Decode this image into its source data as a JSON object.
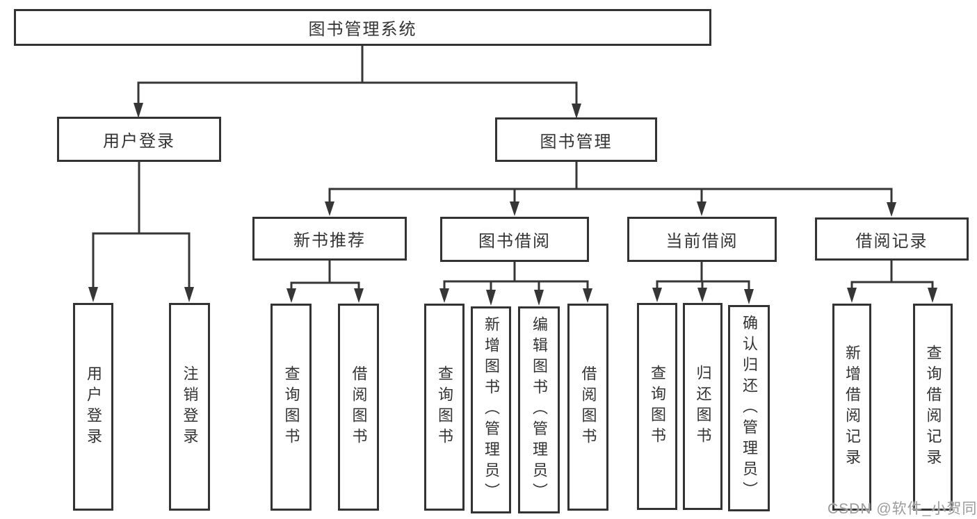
{
  "colors": {
    "line": "#363636",
    "box_border": "#333333",
    "text": "#333333",
    "watermark": "#9b9b9b",
    "background": "#ffffff"
  },
  "diagram": {
    "title": "图书管理系统",
    "level2": {
      "user_login": "用户登录",
      "book_management": "图书管理"
    },
    "level3": {
      "new_book_recommend": "新书推荐",
      "book_borrow": "图书借阅",
      "current_borrow": "当前借阅",
      "borrow_records": "借阅记录"
    },
    "leaves": {
      "user_login": [
        "用户登录",
        "注销登录"
      ],
      "new_book_recommend": [
        "查询图书",
        "借阅图书"
      ],
      "book_borrow": [
        "查询图书",
        "新增图书（管理员）",
        "编辑图书（管理员）",
        "借阅图书"
      ],
      "current_borrow": [
        "查询图书",
        "归还图书",
        "确认归还（管理员）"
      ],
      "borrow_records": [
        "新增借阅记录",
        "查询借阅记录"
      ]
    }
  },
  "watermark": "CSDN @软件_小贺同学"
}
